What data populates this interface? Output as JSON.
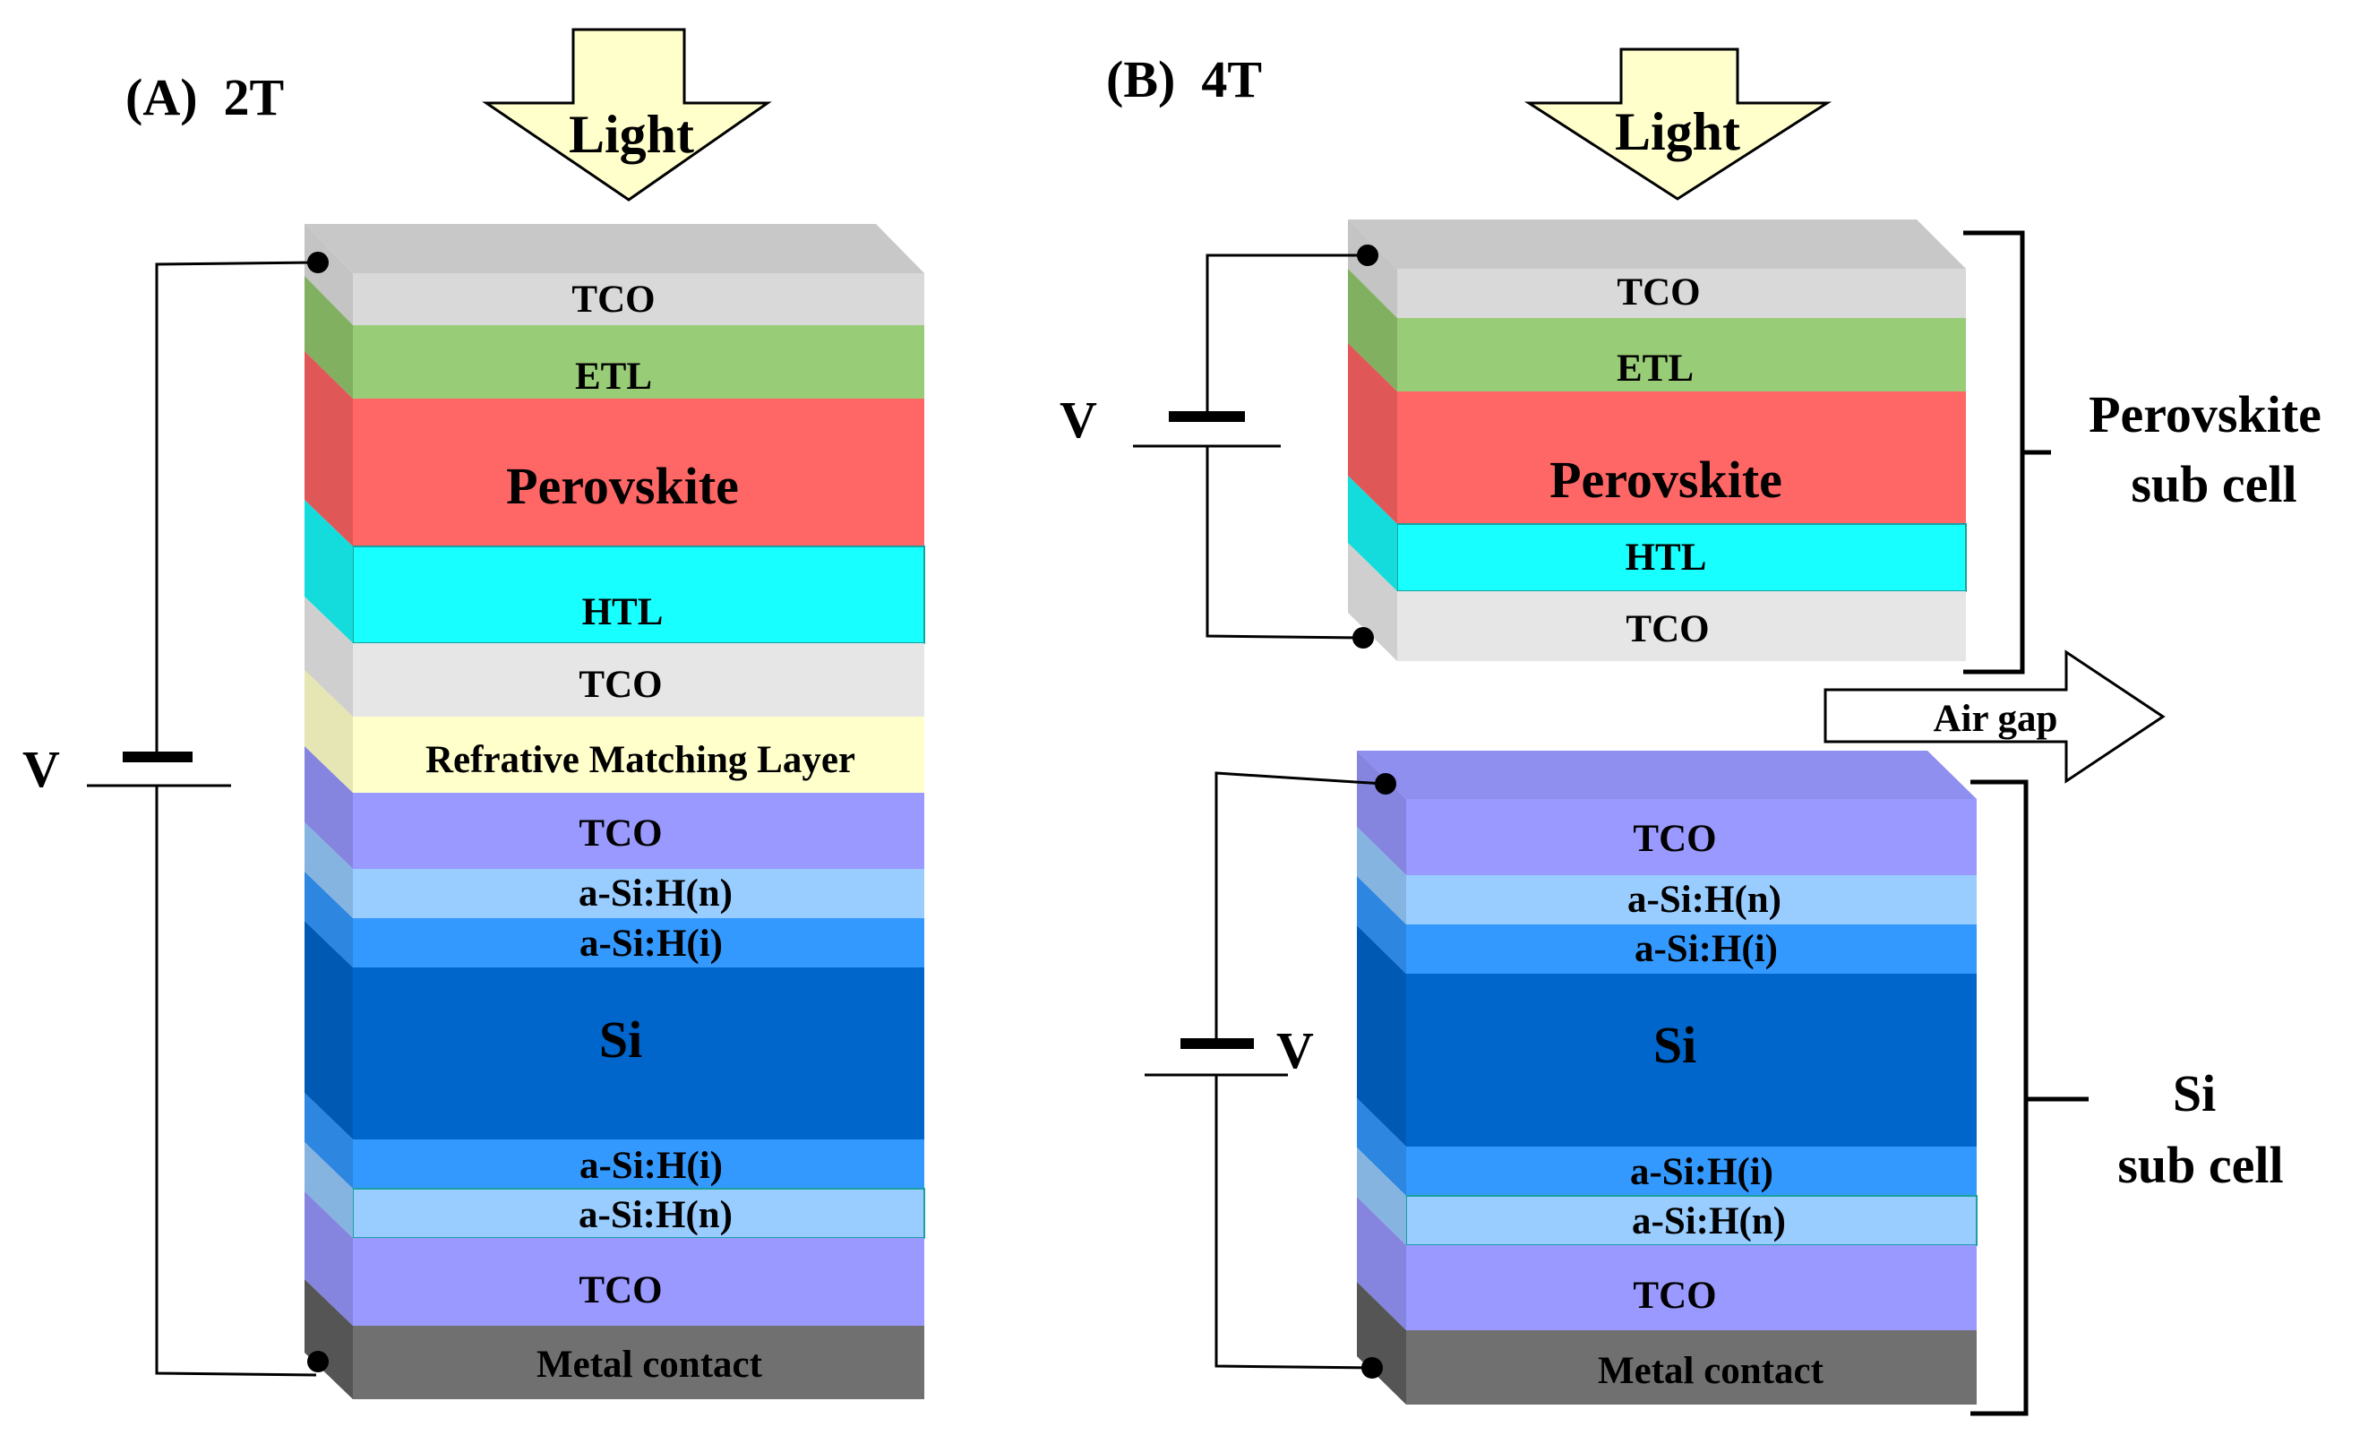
{
  "panel_a": {
    "title": "(A)  2T",
    "light": "Light",
    "voltage": "V",
    "layers": [
      {
        "label": "TCO",
        "color": "#d9d9d9"
      },
      {
        "label": "ETL",
        "color": "#99cc77"
      },
      {
        "label": "Perovskite",
        "color": "#ff6666"
      },
      {
        "label": "HTL",
        "color": "#18ffff"
      },
      {
        "label": "TCO",
        "color": "#e6e6e6"
      },
      {
        "label": "Refrative Matching Layer",
        "color": "#ffffcc"
      },
      {
        "label": "TCO",
        "color": "#9999ff"
      },
      {
        "label": "a-Si:H(n)",
        "color": "#99ccff"
      },
      {
        "label": "a-Si:H(i)",
        "color": "#3399ff"
      },
      {
        "label": "Si",
        "color": "#0066cc"
      },
      {
        "label": "a-Si:H(i)",
        "color": "#3399ff"
      },
      {
        "label": "a-Si:H(n)",
        "color": "#99ccff"
      },
      {
        "label": "TCO",
        "color": "#9999ff"
      },
      {
        "label": "Metal contact",
        "color": "#707070"
      }
    ]
  },
  "panel_b": {
    "title": "(B)  4T",
    "light": "Light",
    "air_gap": "Air gap",
    "top_voltage": "V",
    "bottom_voltage": "V",
    "top_bracket_label_1": "Perovskite",
    "top_bracket_label_2": "sub cell",
    "bottom_bracket_label_1": "Si",
    "bottom_bracket_label_2": "sub cell",
    "top_layers": [
      {
        "label": "TCO",
        "color": "#d9d9d9"
      },
      {
        "label": "ETL",
        "color": "#99cc77"
      },
      {
        "label": "Perovskite",
        "color": "#ff6666"
      },
      {
        "label": "HTL",
        "color": "#18ffff"
      },
      {
        "label": "TCO",
        "color": "#e6e6e6"
      }
    ],
    "bottom_layers": [
      {
        "label": "TCO",
        "color": "#9999ff"
      },
      {
        "label": "a-Si:H(n)",
        "color": "#99ccff"
      },
      {
        "label": "a-Si:H(i)",
        "color": "#3399ff"
      },
      {
        "label": "Si",
        "color": "#0066cc"
      },
      {
        "label": "a-Si:H(i)",
        "color": "#3399ff"
      },
      {
        "label": "a-Si:H(n)",
        "color": "#99ccff"
      },
      {
        "label": "TCO",
        "color": "#9999ff"
      },
      {
        "label": "Metal contact",
        "color": "#707070"
      }
    ]
  },
  "colors": {
    "light_arrow": "#ffffcc",
    "top_face": "#c8c8c8",
    "side_shade": "#000000"
  }
}
